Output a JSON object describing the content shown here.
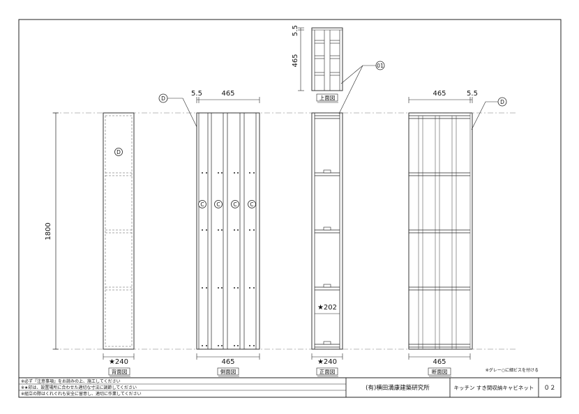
{
  "views": {
    "back": {
      "title": "背面図",
      "dim_width": "★240",
      "marker": "D"
    },
    "side": {
      "title": "側面図",
      "dim_top_a": "5.5",
      "dim_top_b": "465",
      "dim_bottom": "465",
      "marker": "D",
      "c_marker": "C"
    },
    "top": {
      "title": "上面図",
      "dim_a": "5.5",
      "dim_b": "465",
      "marker": "01"
    },
    "front": {
      "title": "正面図",
      "dim_bottom": "★240",
      "dim_inner": "★202"
    },
    "section": {
      "title": "断面図",
      "dim_top_a": "465",
      "dim_top_b": "5.5",
      "dim_bottom": "465",
      "marker": "D",
      "note": "※グレー○に細ビスを付ける"
    }
  },
  "height_dim": "1800",
  "notes": [
    "※必ず『注意事項』をお読みの上、施工してください",
    "※★印は、設置場所に合わせた適切な寸法に調節してください",
    "※組立の際はくれぐれも安全に留意し、適切に作業してください"
  ],
  "title_block": {
    "company": "(有)横田満康建築研究所",
    "drawing_title": "キッチン すき間収納キャビネット",
    "sheet_no": "０２"
  }
}
